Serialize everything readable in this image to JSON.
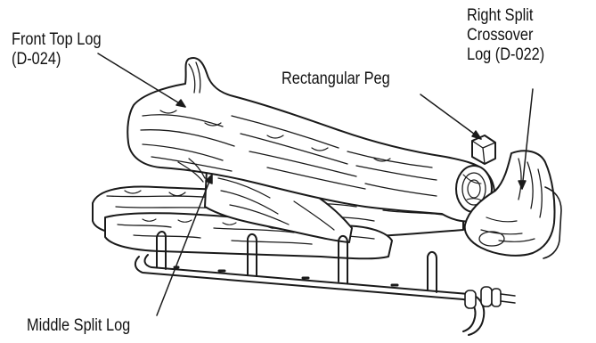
{
  "diagram": {
    "labels": {
      "front_top_log": [
        "Front Top Log",
        "(D-024)"
      ],
      "right_split_crossover_log": [
        "Right Split",
        "Crossover",
        "Log (D-022)"
      ],
      "rectangular_peg": "Rectangular Peg",
      "middle_split_log": "Middle Split Log"
    },
    "colors": {
      "line": "#1a1a1a",
      "background": "#ffffff"
    }
  }
}
